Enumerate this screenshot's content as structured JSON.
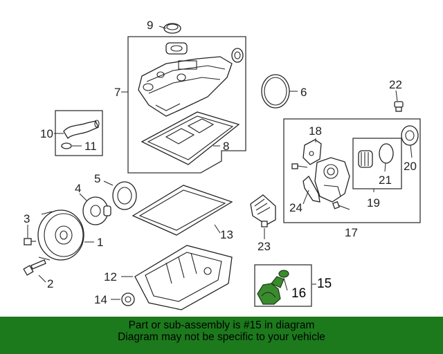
{
  "callouts": {
    "c1": "1",
    "c2": "2",
    "c3": "3",
    "c4": "4",
    "c5": "5",
    "c6": "6",
    "c7": "7",
    "c8": "8",
    "c9": "9",
    "c10": "10",
    "c11": "11",
    "c12": "12",
    "c13": "13",
    "c14": "14",
    "c15": "15",
    "c16": "16",
    "c17": "17",
    "c18": "18",
    "c19": "19",
    "c20": "20",
    "c21": "21",
    "c22": "22",
    "c23": "23",
    "c24": "24"
  },
  "highlight": {
    "color": "#3a8a2e"
  },
  "banner": {
    "line1": "Part or sub-assembly is #15 in diagram",
    "line2": "Diagram may not be specific to your vehicle",
    "background": "#1c7a1c"
  }
}
